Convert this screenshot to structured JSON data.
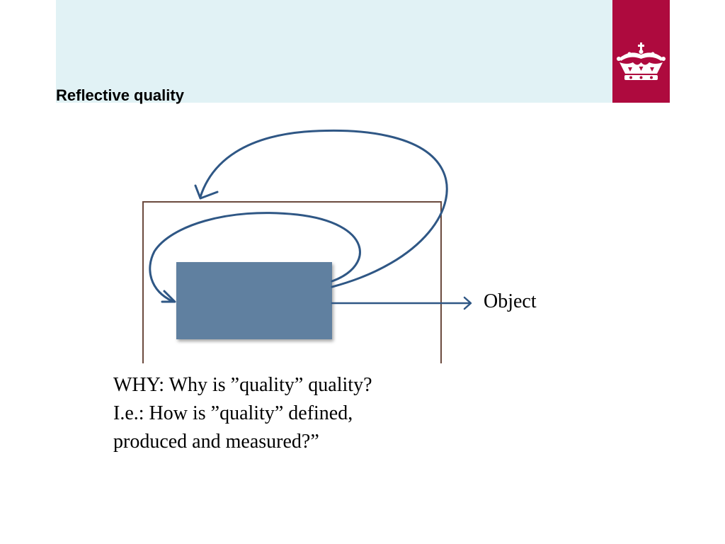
{
  "slide": {
    "title": "Reflective quality",
    "colors": {
      "header_band": "#e1f2f5",
      "logo_background": "#ae0a3e",
      "arrow": "#2f5785",
      "inner_box": "#6180a0",
      "outer_frame": "#6b4a3e"
    }
  },
  "logo": {
    "icon": "crown-icon"
  },
  "diagram": {
    "output_label": "Object"
  },
  "body": {
    "lines": [
      "WHY: Why is ”quality” quality?",
      "I.e.: How is ”quality” defined,",
      "produced and measured?”"
    ]
  }
}
